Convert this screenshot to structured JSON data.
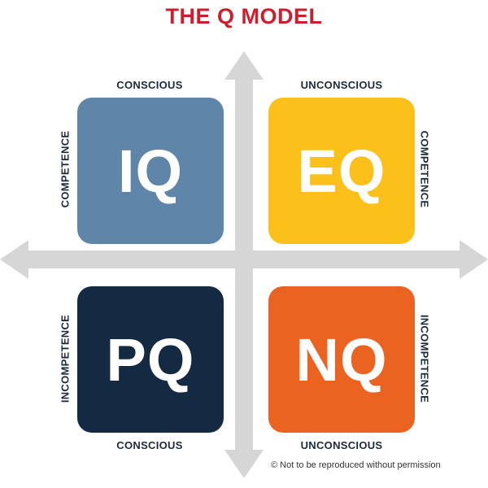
{
  "title": "THE Q MODEL",
  "colors": {
    "title": "#cc1f2e",
    "axis": "#d6d6d6",
    "iq": "#5f85a8",
    "eq": "#fcc01a",
    "pq": "#142a42",
    "nq": "#ea6320"
  },
  "quadrants": [
    {
      "id": "iq",
      "label": "IQ"
    },
    {
      "id": "eq",
      "label": "EQ"
    },
    {
      "id": "pq",
      "label": "PQ"
    },
    {
      "id": "nq",
      "label": "NQ"
    }
  ],
  "labels": {
    "top_left": "CONSCIOUS",
    "top_right": "UNCONSCIOUS",
    "bottom_left": "CONSCIOUS",
    "bottom_right": "UNCONSCIOUS",
    "left_top": "COMPETENCE",
    "left_bottom": "INCOMPETENCE",
    "right_top": "COMPETENCE",
    "right_bottom": "INCOMPETENCE"
  },
  "copyright": "© Not to be reproduced without permission"
}
